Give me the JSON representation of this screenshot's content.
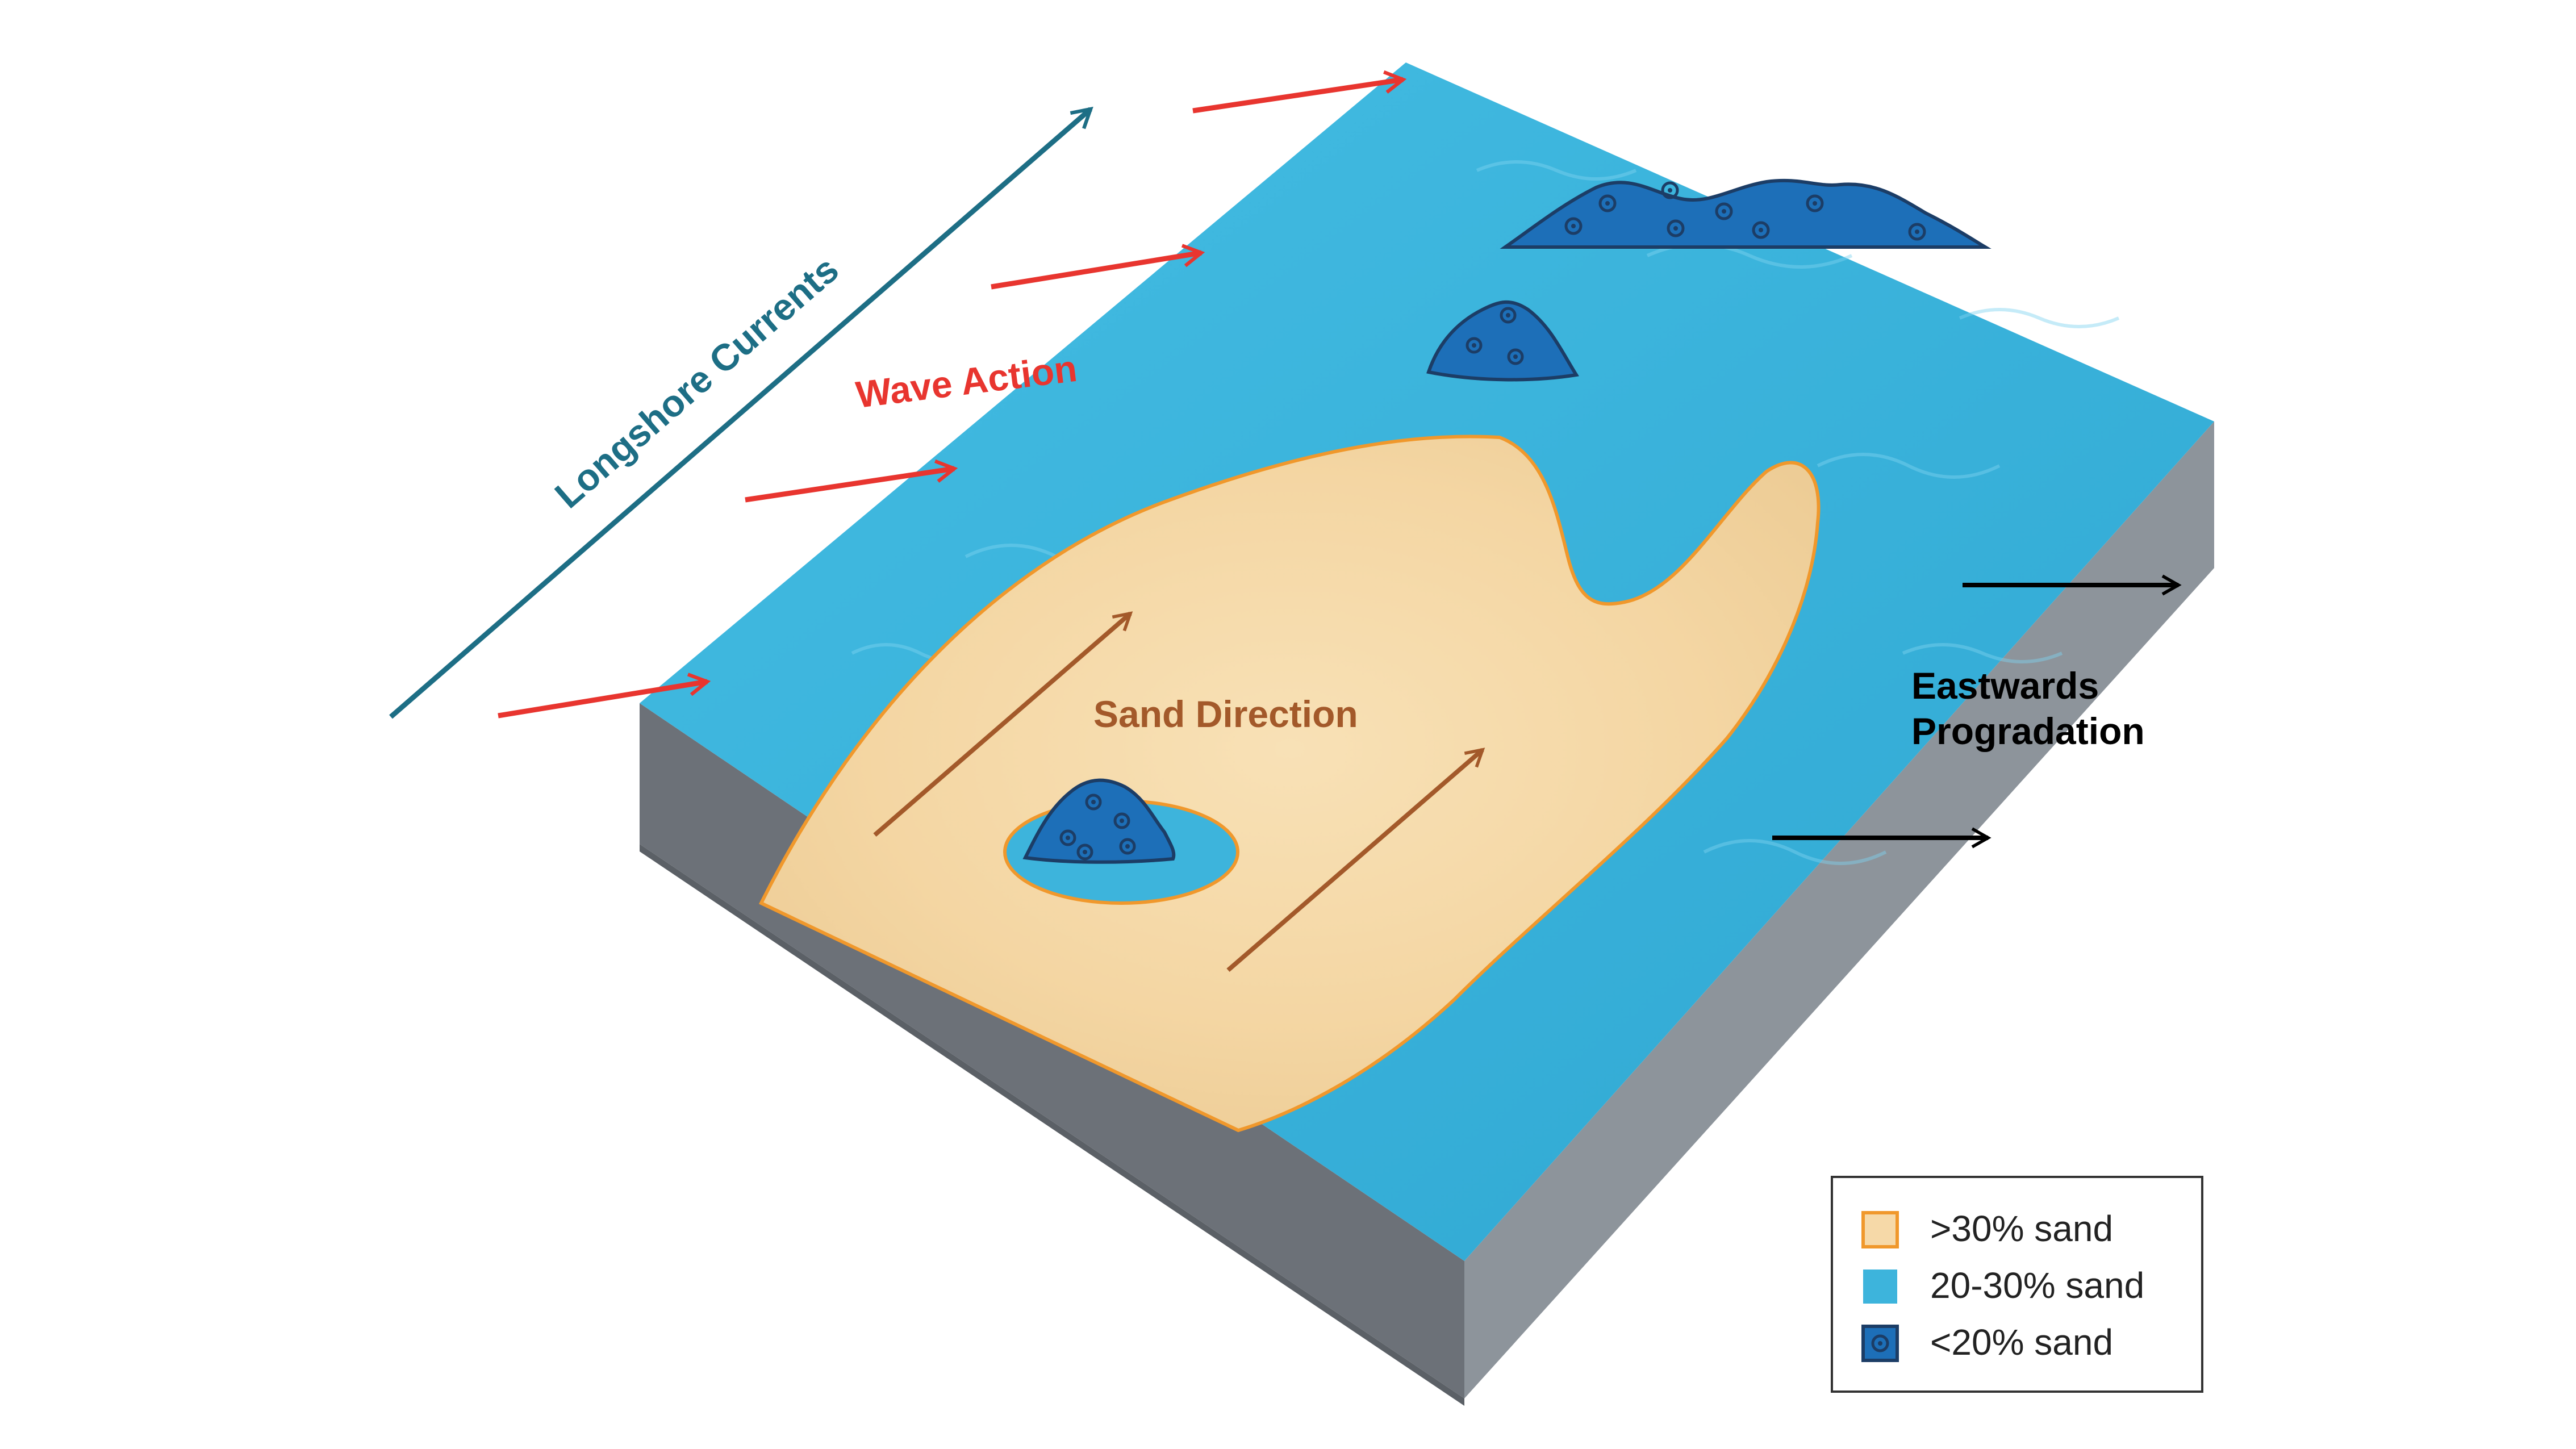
{
  "labels": {
    "longshore_currents": "Longshore Currents",
    "wave_action": "Wave Action",
    "sand_direction": "Sand Direction",
    "eastwards_line1": "Eastwards",
    "eastwards_line2": "Progradation"
  },
  "legend": {
    "items": [
      {
        "label": ">30% sand",
        "swatch": "sand"
      },
      {
        "label": "20-30% sand",
        "swatch": "water"
      },
      {
        "label": "<20% sand",
        "swatch": "dark"
      }
    ]
  },
  "colors": {
    "water": "#3db4dc",
    "sand": "#f6d9a8",
    "sand_outline": "#f0982c",
    "dark_blob": "#1d6fb8",
    "dark_outline": "#1c3d66",
    "block_side_front": "#6c7178",
    "block_side_right": "#8d949b",
    "longshore_arrow": "#1d6e85",
    "wave_arrow": "#e8352f",
    "sand_arrow": "#a3592a",
    "prograde_arrow": "#000000"
  }
}
